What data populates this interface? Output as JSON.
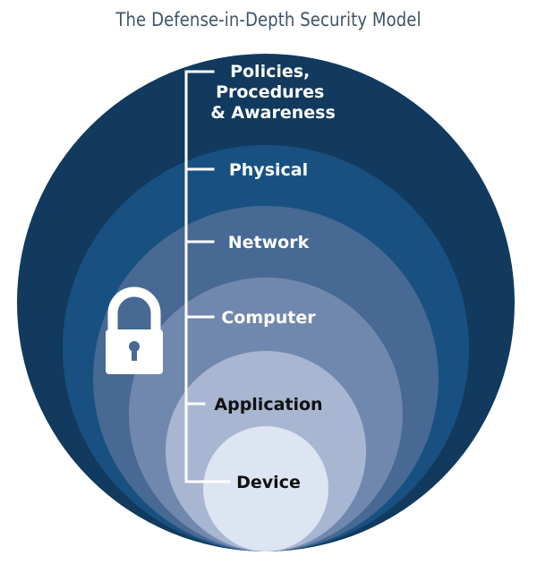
{
  "title": "The Defense-in-Depth Security Model",
  "layers": [
    {
      "id": "policies",
      "lines": [
        "Policies,",
        "Procedures",
        "& Awareness"
      ],
      "color": "#113a5e",
      "text_color": "#ffffff"
    },
    {
      "id": "physical",
      "lines": [
        "Physical"
      ],
      "color": "#185181",
      "text_color": "#ffffff"
    },
    {
      "id": "network",
      "lines": [
        "Network"
      ],
      "color": "#476993",
      "text_color": "#ffffff"
    },
    {
      "id": "computer",
      "lines": [
        "Computer"
      ],
      "color": "#7188ae",
      "text_color": "#ffffff"
    },
    {
      "id": "application",
      "lines": [
        "Application"
      ],
      "color": "#a8b6d2",
      "text_color": "#111111"
    },
    {
      "id": "device",
      "lines": [
        "Device"
      ],
      "color": "#dde4f2",
      "text_color": "#111111"
    }
  ],
  "icon": "padlock-icon",
  "colors": {
    "bracket": "#ffffff",
    "padlock": "#ffffff",
    "keyhole": "#476993"
  }
}
